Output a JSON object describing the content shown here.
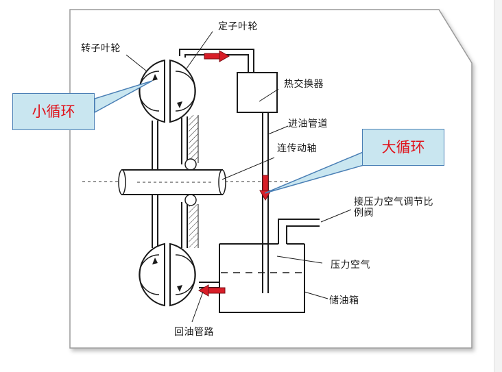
{
  "labels": {
    "stator_impeller": "定子叶轮",
    "rotor_impeller": "转子叶轮",
    "heat_exchanger": "热交换器",
    "oil_inlet_pipe": "进油管道",
    "shaft": "连传动轴",
    "pressure_valve_line1": "接压力空气调节比",
    "pressure_valve_line2": "例阀",
    "pressure_air": "压力空气",
    "oil_tank": "储油箱",
    "return_pipe": "回油管路"
  },
  "callouts": {
    "small_cycle": "小循环",
    "large_cycle": "大循环"
  },
  "colors": {
    "flow_arrow": "#d81e28",
    "callout_bg": "#c9e6f0",
    "callout_text": "#e0141c",
    "line": "#1a1a1a"
  }
}
